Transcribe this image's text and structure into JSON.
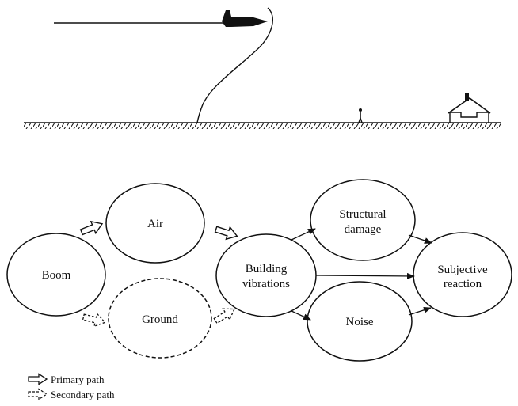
{
  "nodes": {
    "boom": "Boom",
    "air": "Air",
    "ground": "Ground",
    "building_line1": "Building",
    "building_line2": "vibrations",
    "structural_line1": "Structural",
    "structural_line2": "damage",
    "noise": "Noise",
    "subjective_line1": "Subjective",
    "subjective_line2": "reaction"
  },
  "legend": {
    "primary": "Primary path",
    "secondary": "Secondary path"
  }
}
